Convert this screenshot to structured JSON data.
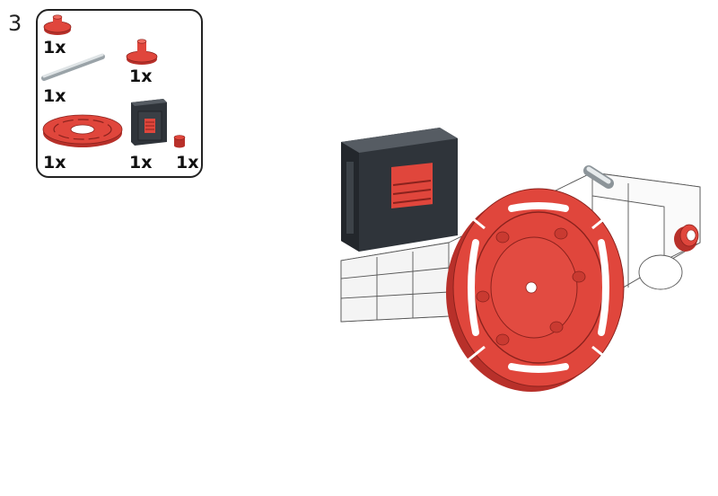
{
  "step": {
    "number": "3"
  },
  "parts_list": [
    {
      "name": "red-hub-cap",
      "quantity": "1x"
    },
    {
      "name": "red-spindle",
      "quantity": "1x"
    },
    {
      "name": "grey-axle",
      "quantity": "1x"
    },
    {
      "name": "red-flat-disc",
      "quantity": "1x"
    },
    {
      "name": "dark-grey-box",
      "quantity": "1x"
    },
    {
      "name": "small-red-peg",
      "quantity": "1x"
    }
  ],
  "colors": {
    "part_red": "#e0463c",
    "part_red_dark": "#b8302a",
    "box_dark": "#3a3f45",
    "outline": "#222222"
  }
}
